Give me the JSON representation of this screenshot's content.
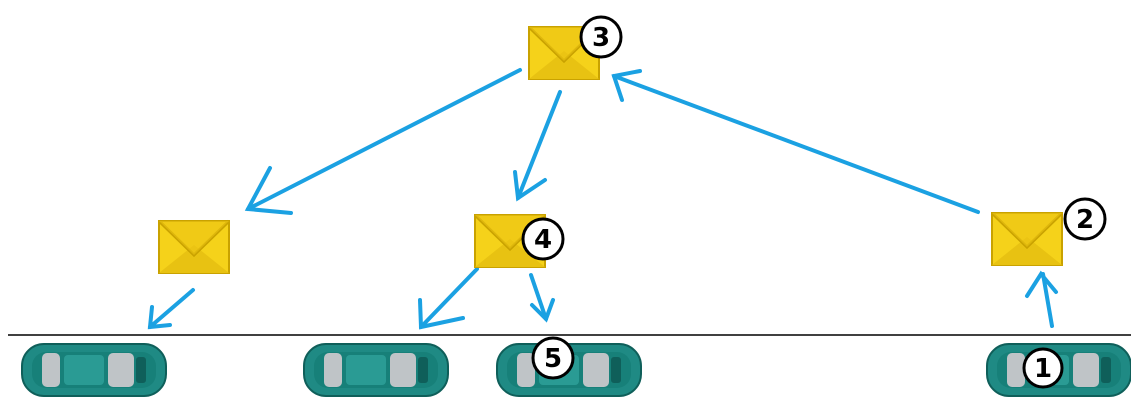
{
  "colors": {
    "arrow": "#1ba1e2",
    "envelope_fill": "#f5d21a",
    "envelope_dark": "#c9a200",
    "envelope_flap": "#d8b000",
    "car_body": "#1f8a84",
    "car_dark": "#0f5f5a",
    "car_window": "#bfc4c7",
    "road_line": "#000000",
    "badge_fill": "#ffffff",
    "badge_stroke": "#000000"
  },
  "badges": {
    "b1": "1",
    "b2": "2",
    "b3": "3",
    "b4": "4",
    "b5": "5"
  }
}
